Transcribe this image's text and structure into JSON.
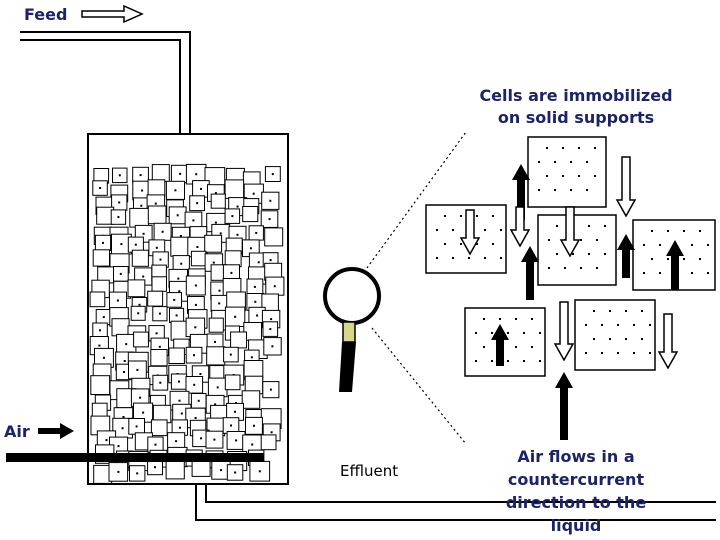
{
  "labels": {
    "feed": "Feed",
    "air": "Air",
    "effluent": "Effluent",
    "cells_line1": "Cells are immobilized",
    "cells_line2": "on solid supports",
    "air_flow_line1": "Air flows in a",
    "air_flow_line2": "countercurrent",
    "air_flow_line3": "direction to the",
    "air_flow_line4": "liquid"
  },
  "colors": {
    "label_text": "#1c2466",
    "ink": "#000000",
    "magnifier_handle": "#d7d78a"
  },
  "icons": {
    "magnifier": "magnifying-glass-icon",
    "feed_arrow": "hollow-right-arrow-icon",
    "air_arrow": "solid-right-arrow-icon"
  }
}
